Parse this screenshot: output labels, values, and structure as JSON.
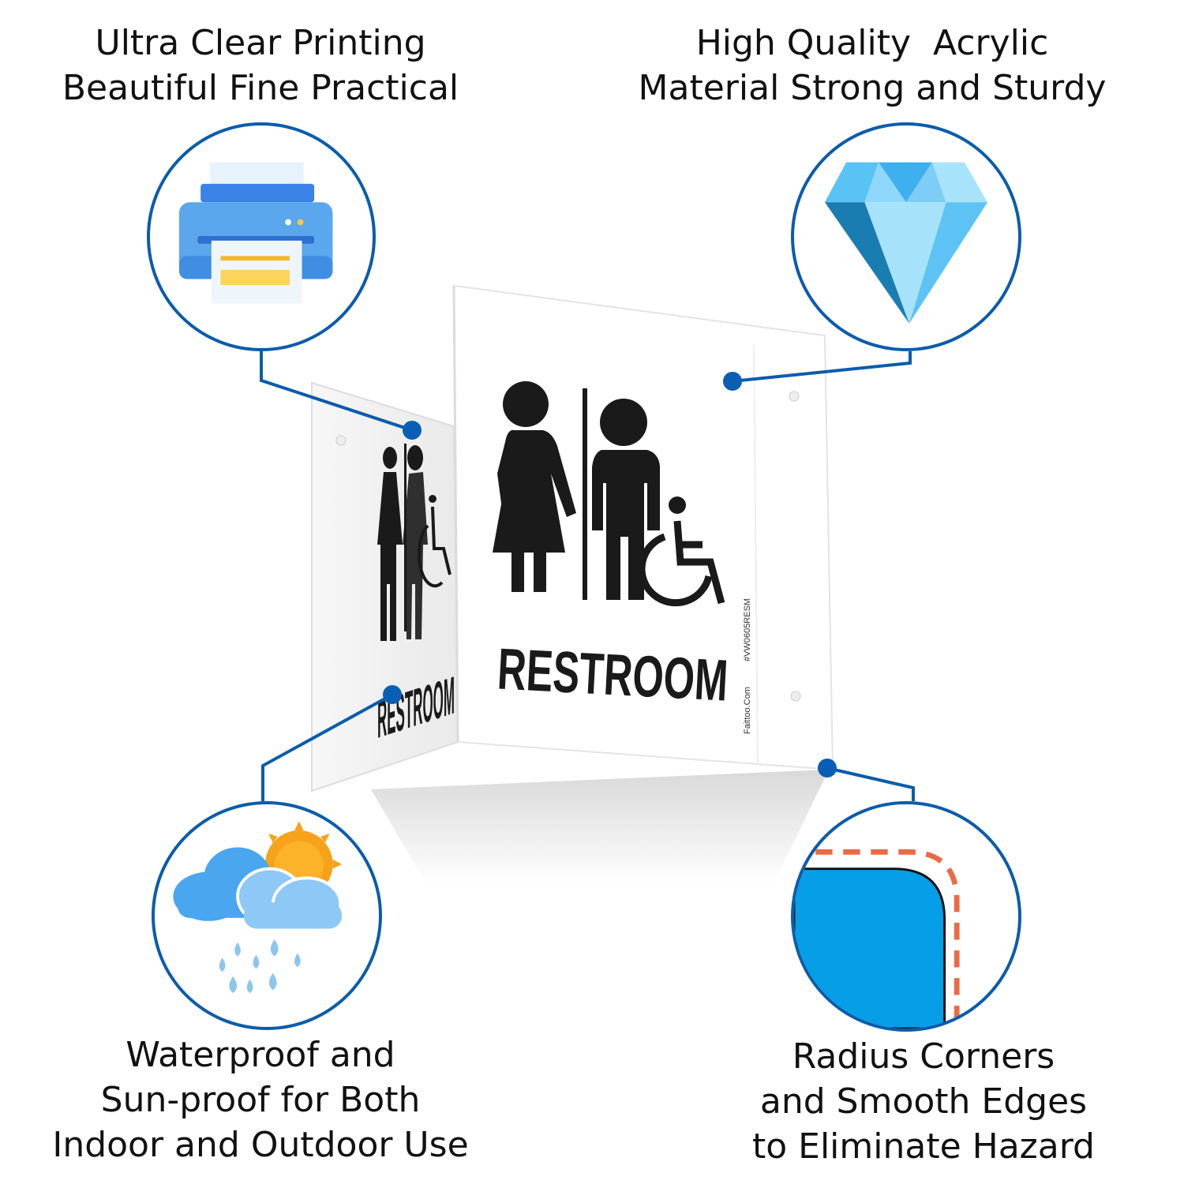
{
  "features": {
    "printing": {
      "line1": "Ultra Clear Printing",
      "line2": "Beautiful Fine Practical",
      "icon": "printer-icon"
    },
    "material": {
      "line1": "High Quality  Acrylic",
      "line2": "Material Strong and Sturdy",
      "icon": "diamond-icon"
    },
    "weather": {
      "line1": "Waterproof and",
      "line2": "Sun-proof for Both",
      "line3": "Indoor and Outdoor Use",
      "icon": "weather-icon"
    },
    "corners": {
      "line1": "Radius Corners",
      "line2": "and Smooth Edges",
      "line3": "to Eliminate Hazard",
      "icon": "rounded-corner-icon"
    }
  },
  "sign": {
    "label": "RESTROOM",
    "side_label": "RESTROOM",
    "product_code": "#VW0605RESM",
    "brand": "Faittoo.Com"
  },
  "colors": {
    "accent": "#0b5cab",
    "connector_dot": "#0a5fb4",
    "sign_text": "#1a1a1a",
    "corner_fill": "#069ee6",
    "corner_dash": "#e96b46"
  }
}
